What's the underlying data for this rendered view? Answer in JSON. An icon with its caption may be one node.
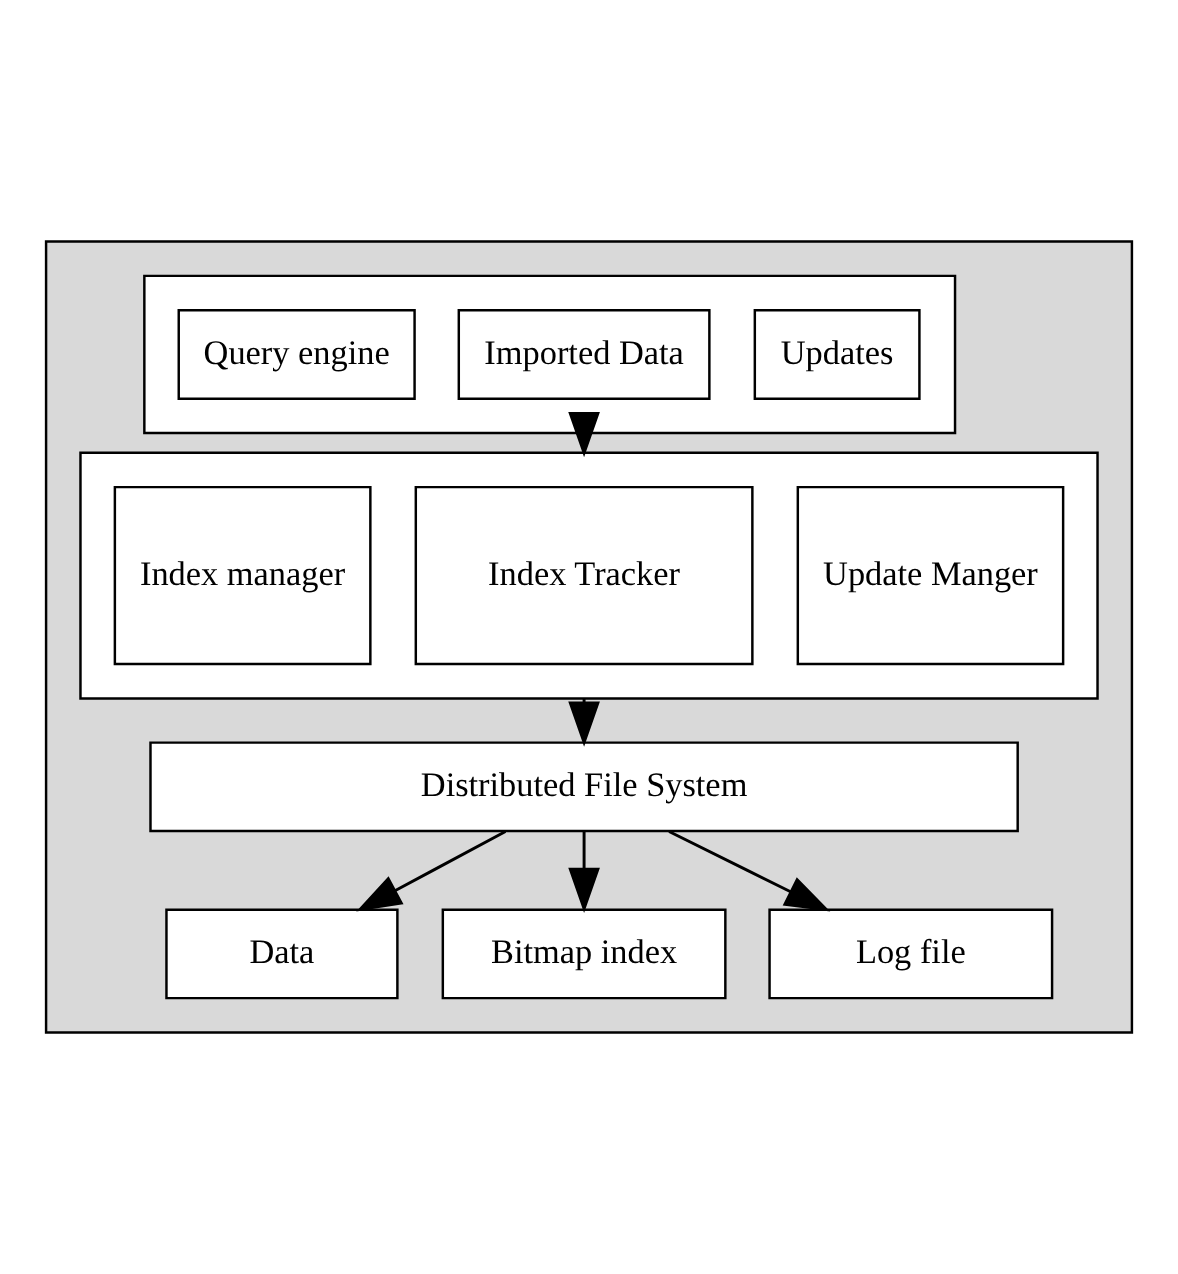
{
  "diagram": {
    "nodes": [
      {
        "text": [],
        "shape": "box"
      },
      {
        "text": [],
        "shape": "box",
        "in": 0
      },
      {
        "text": [
          "Updates"
        ],
        "in": 1
      },
      {
        "text": [
          "Imported Data"
        ],
        "in": 1
      },
      {
        "text": [
          "Query engine"
        ],
        "in": 1
      },
      {
        "text": [],
        "shape": "box",
        "in": 0
      },
      {
        "text": [
          "Update Manger"
        ],
        "in": 5
      },
      {
        "text": [
          "Index Tracker"
        ],
        "in": 5
      },
      {
        "text": [
          "Index manager"
        ],
        "in": 5
      },
      {
        "text": [
          "Distributed File System"
        ],
        "in": 0
      },
      {
        "text": [
          "Data"
        ],
        "in": 0
      },
      {
        "text": [
          "Bitmap index"
        ],
        "in": 0
      },
      {
        "text": [
          "Log file"
        ],
        "in": 0
      }
    ],
    "edges": [
      {
        "from": 1,
        "to": 5,
        "arrow": "to"
      },
      {
        "from": 5,
        "to": 9,
        "arrow": "to"
      },
      {
        "from": 9,
        "to": 10,
        "arrow": "to"
      },
      {
        "from": 9,
        "to": 11,
        "arrow": "to"
      },
      {
        "from": 9,
        "to": 12,
        "arrow": "to"
      }
    ]
  }
}
